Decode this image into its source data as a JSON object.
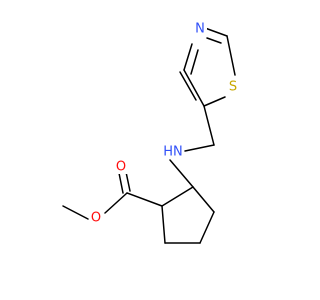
{
  "molecule": {
    "colors": {
      "carbon_bond": "#000000",
      "oxygen": "#ff0d0d",
      "nitrogen": "#3050f8",
      "sulfur": "#c8a800",
      "background": "#ffffff"
    },
    "atoms": {
      "thiazole_n": {
        "label": "N"
      },
      "thiazole_s": {
        "label": "S"
      },
      "amine": {
        "label": "HN"
      },
      "carbonyl_o": {
        "label": "O"
      },
      "ester_o": {
        "label": "O"
      }
    }
  }
}
